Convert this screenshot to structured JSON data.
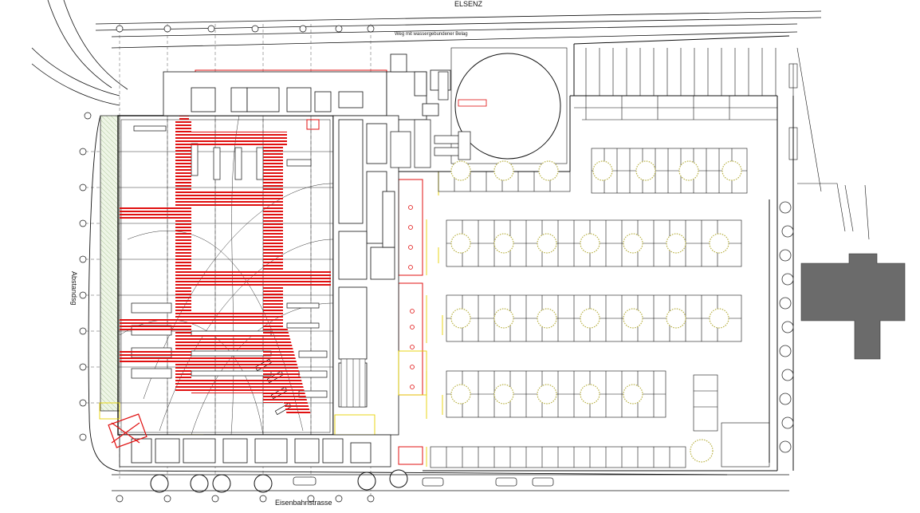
{
  "labels": {
    "river_top": "ELSENZ",
    "street_bottom": "Eisenbahnstrasse",
    "left_side": "Abstandsg",
    "top_path": "Weg mit wassergebundener Belag"
  },
  "colors": {
    "building_dark": "#6b6b6b",
    "red_hatch": "#e01010",
    "tree": "#b8b040",
    "line": "#111111",
    "yellow_line": "#e6d200",
    "green_strip": "#e6f0dc"
  },
  "parking": {
    "row_count": 4
  }
}
